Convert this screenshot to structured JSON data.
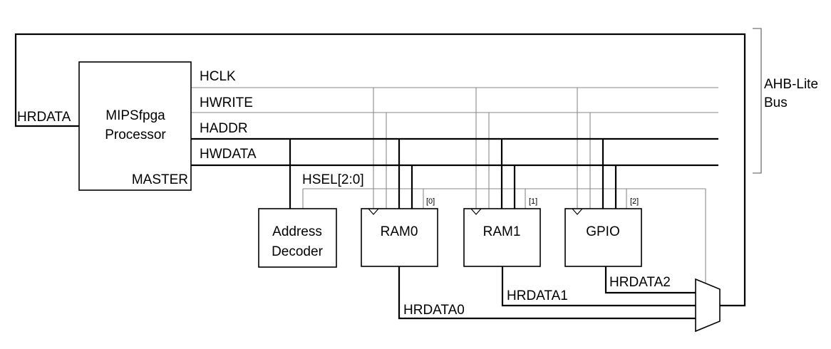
{
  "processor": {
    "line1": "MIPSfpga",
    "line2": "Processor",
    "role": "MASTER",
    "input_label": "HRDATA"
  },
  "signals": {
    "hclk": "HCLK",
    "hwrite": "HWRITE",
    "haddr": "HADDR",
    "hwdata": "HWDATA"
  },
  "bus": {
    "line1": "AHB-Lite",
    "line2": "Bus"
  },
  "decoder": {
    "line1": "Address",
    "line2": "Decoder",
    "output_label": "HSEL[2:0]"
  },
  "slaves": [
    {
      "name": "RAM0",
      "select_bit": "[0]",
      "output": "HRDATA0"
    },
    {
      "name": "RAM1",
      "select_bit": "[1]",
      "output": "HRDATA1"
    },
    {
      "name": "GPIO",
      "select_bit": "[2]",
      "output": "HRDATA2"
    }
  ]
}
